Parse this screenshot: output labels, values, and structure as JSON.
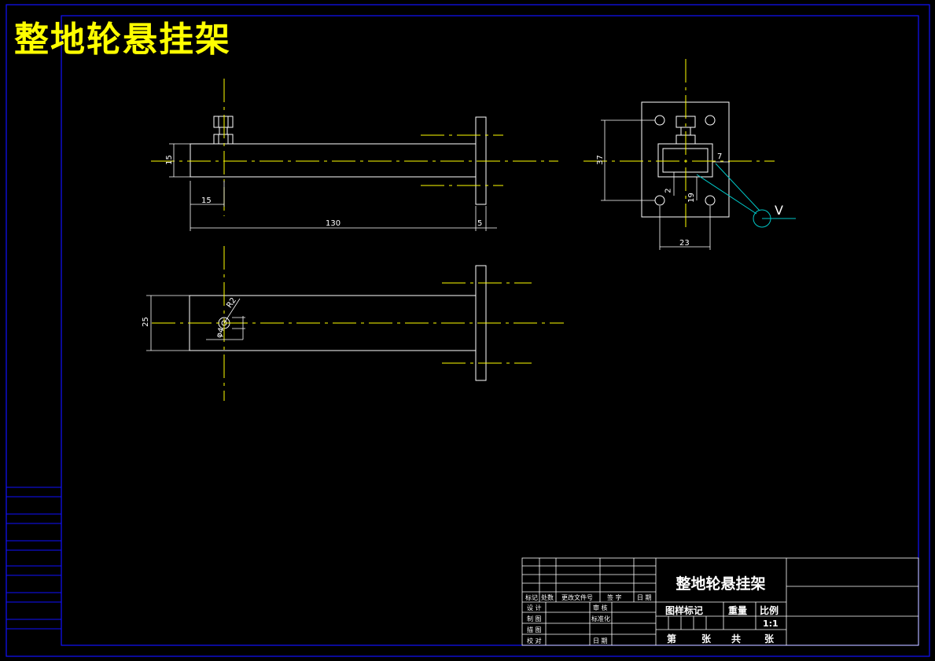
{
  "drawing_title": "整地轮悬挂架",
  "title_block": {
    "part_name": "整地轮悬挂架",
    "header_cols": [
      "标记",
      "处数",
      "更改文件号",
      "签 字",
      "日 期"
    ],
    "left_rows": [
      "设 计",
      "制 图",
      "描 图",
      "校 对"
    ],
    "mid_rows": [
      "审 核",
      "标准化",
      "",
      "日 期"
    ],
    "drawing_mark_label": "图样标记",
    "weight_label": "重量",
    "scale_label": "比例",
    "scale_value": "1:1",
    "sheet_text": [
      "第",
      "张",
      "共",
      "张"
    ]
  },
  "dimensions": {
    "front_height": "15",
    "front_left_len": "15",
    "front_total_len": "130",
    "flange_thickness": "5",
    "top_width": "25",
    "hole_radius": "R2",
    "hole_dia": "φ4",
    "side_height": "37",
    "side_slot_width": "7",
    "side_hole_offset": "19",
    "side_gap": "2",
    "side_hole_span": "23",
    "surface_mark": "V"
  },
  "colors": {
    "outline": "#ffffff",
    "centerline": "#ffff00",
    "frame": "#0000ff",
    "leader": "#00c8c8",
    "title": "#ffff00"
  }
}
